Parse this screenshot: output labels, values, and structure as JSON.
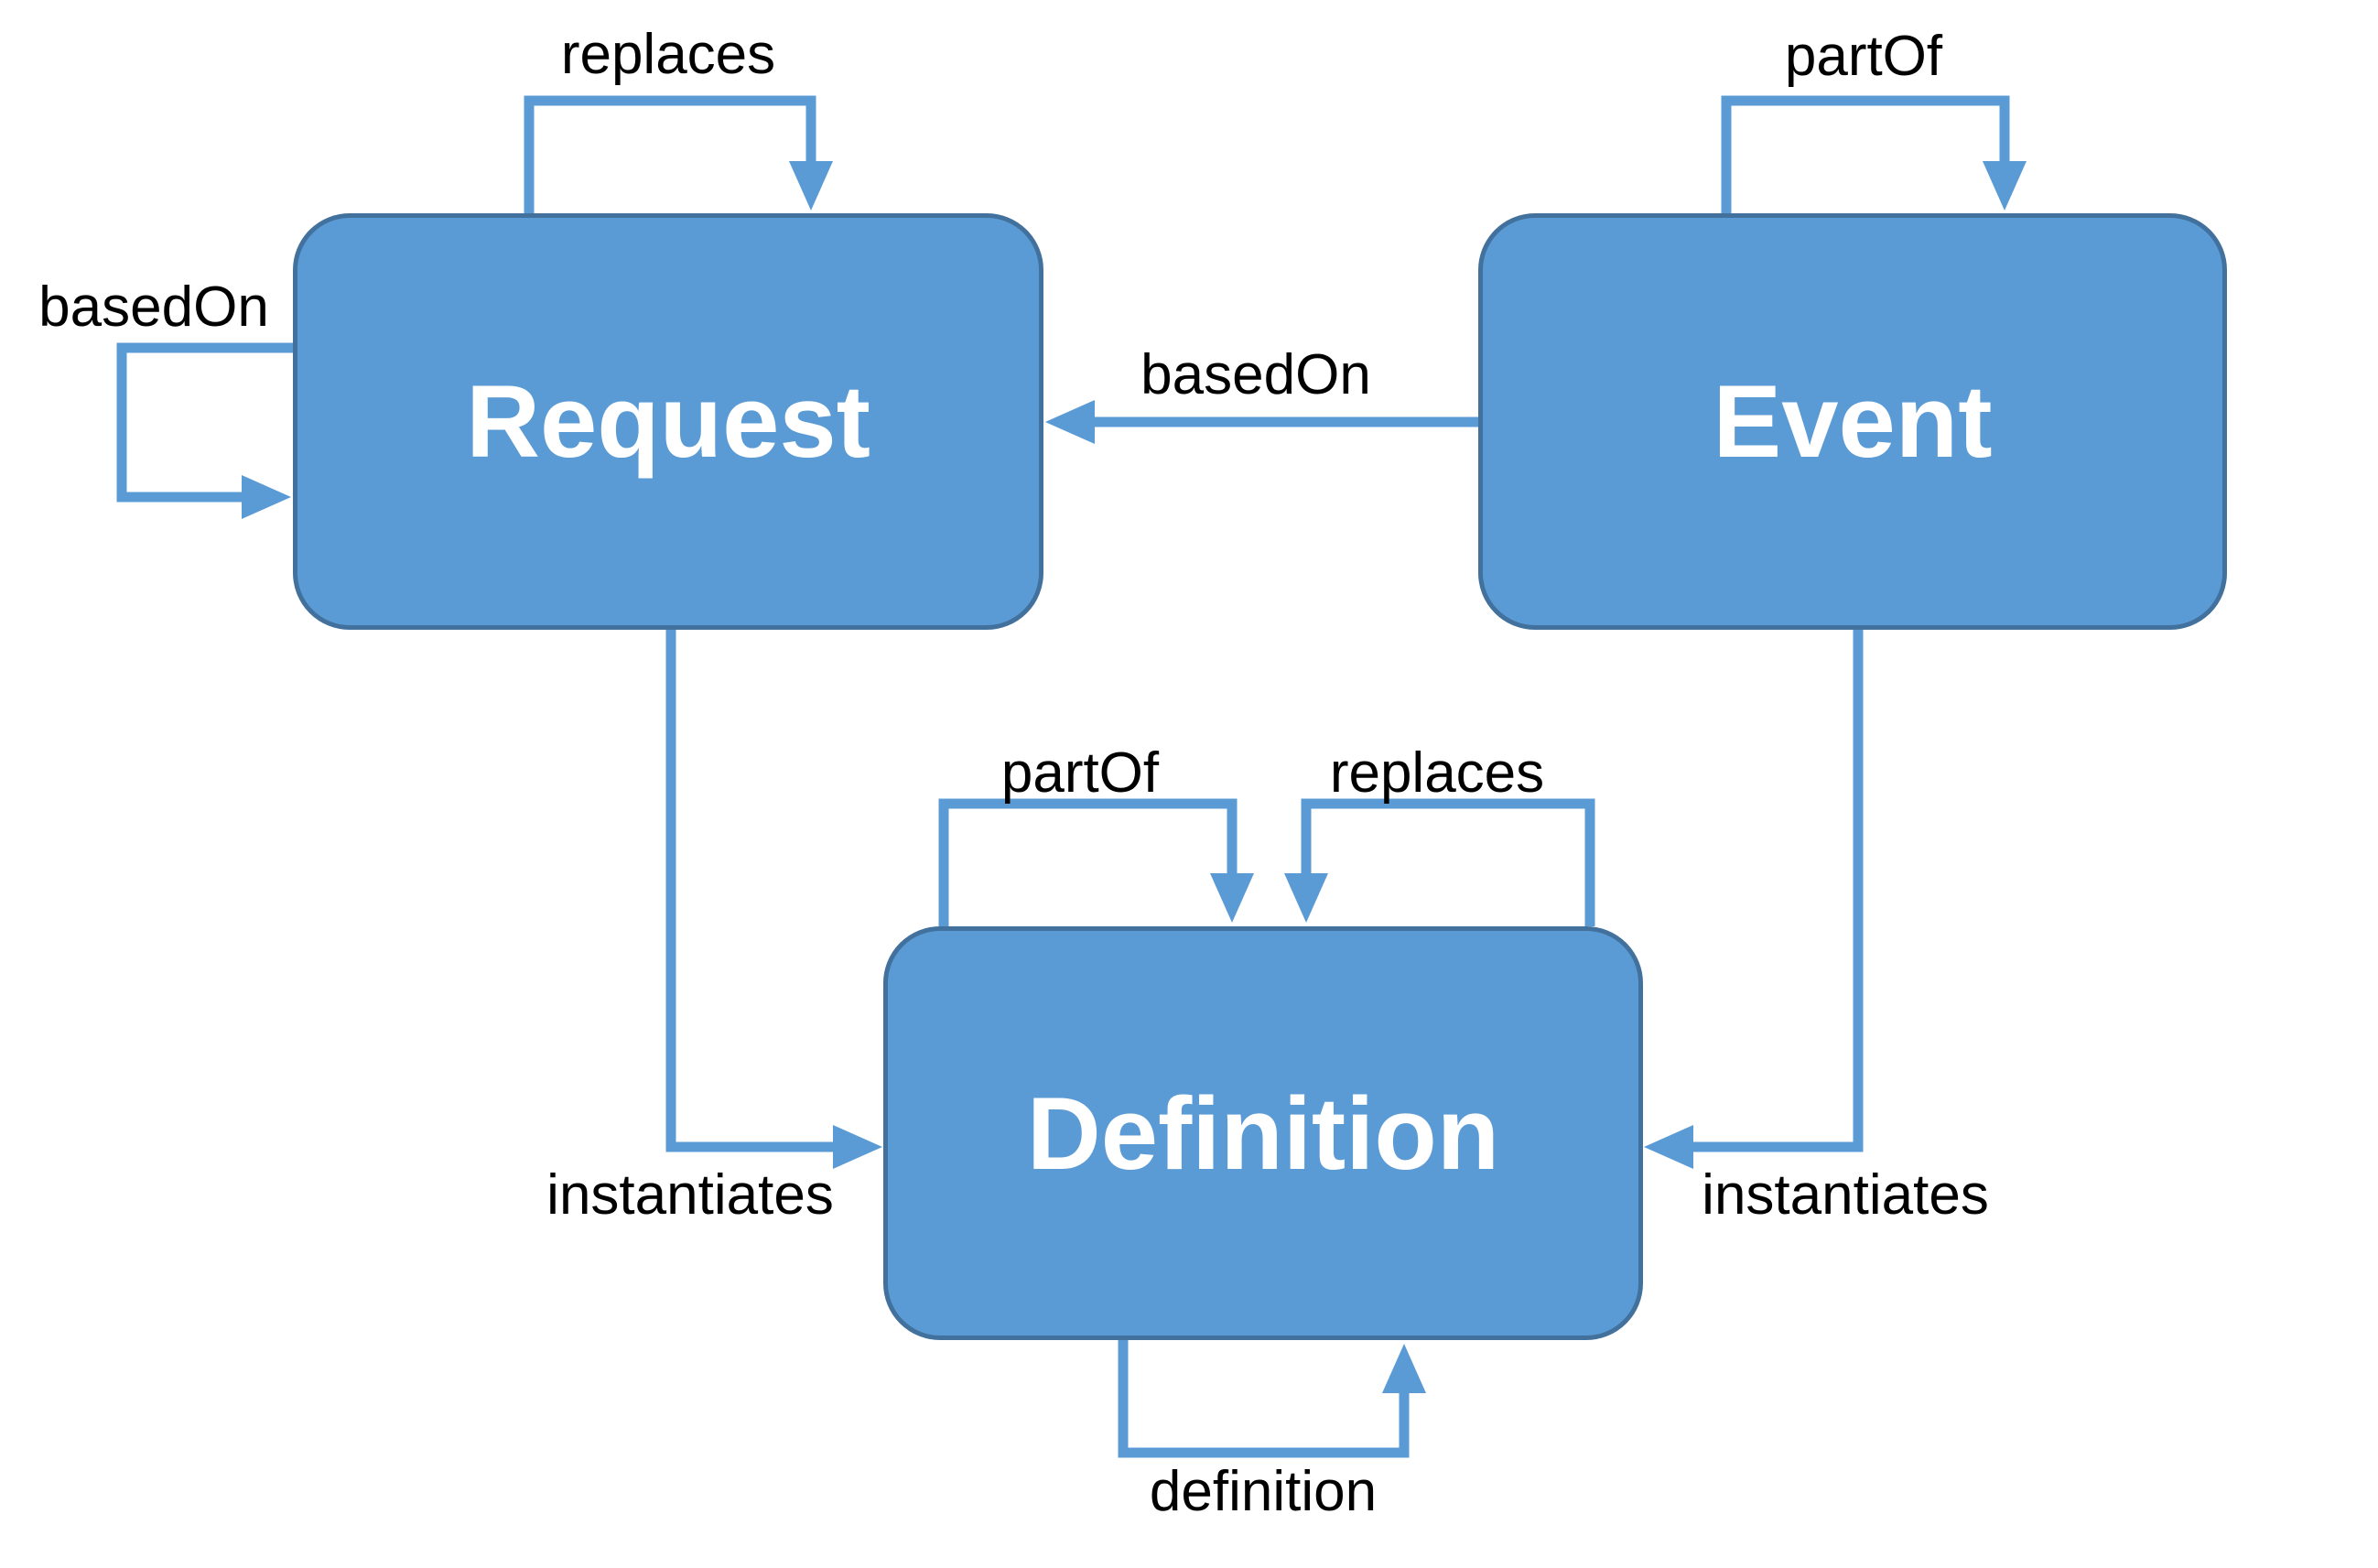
{
  "diagram": {
    "nodes": {
      "request": "Request",
      "event": "Event",
      "definition": "Definition"
    },
    "edge_labels": {
      "request_replaces_loop": "replaces",
      "event_partof_loop": "partOf",
      "request_basedon_loop": "basedOn",
      "event_to_request": "basedOn",
      "request_to_definition": "instantiates",
      "event_to_definition": "instantiates",
      "definition_partof_loop": "partOf",
      "definition_replaces_loop": "replaces",
      "definition_definition_loop": "definition"
    },
    "colors": {
      "node_fill": "#5B9BD5",
      "node_border": "#41719C",
      "connector": "#5B9BD5",
      "node_text": "#FFFFFF",
      "label_text": "#000000",
      "background": "#FFFFFF"
    }
  }
}
